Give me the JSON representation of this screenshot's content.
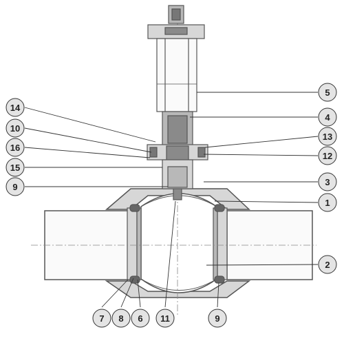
{
  "callouts": {
    "c1": "1",
    "c2": "2",
    "c3": "3",
    "c4": "4",
    "c5": "5",
    "c6": "6",
    "c7": "7",
    "c8": "8",
    "c9_left": "9",
    "c9_bottom": "9",
    "c10": "10",
    "c11": "11",
    "c12": "12",
    "c13": "13",
    "c14": "14",
    "c15": "15",
    "c16": "16"
  },
  "colors": {
    "line": "#555555",
    "body_fill": "#d7d7d7",
    "part_fill": "#b8b8b8",
    "dark_fill": "#8a8a8a",
    "callout_fill": "#e4e4e4"
  }
}
